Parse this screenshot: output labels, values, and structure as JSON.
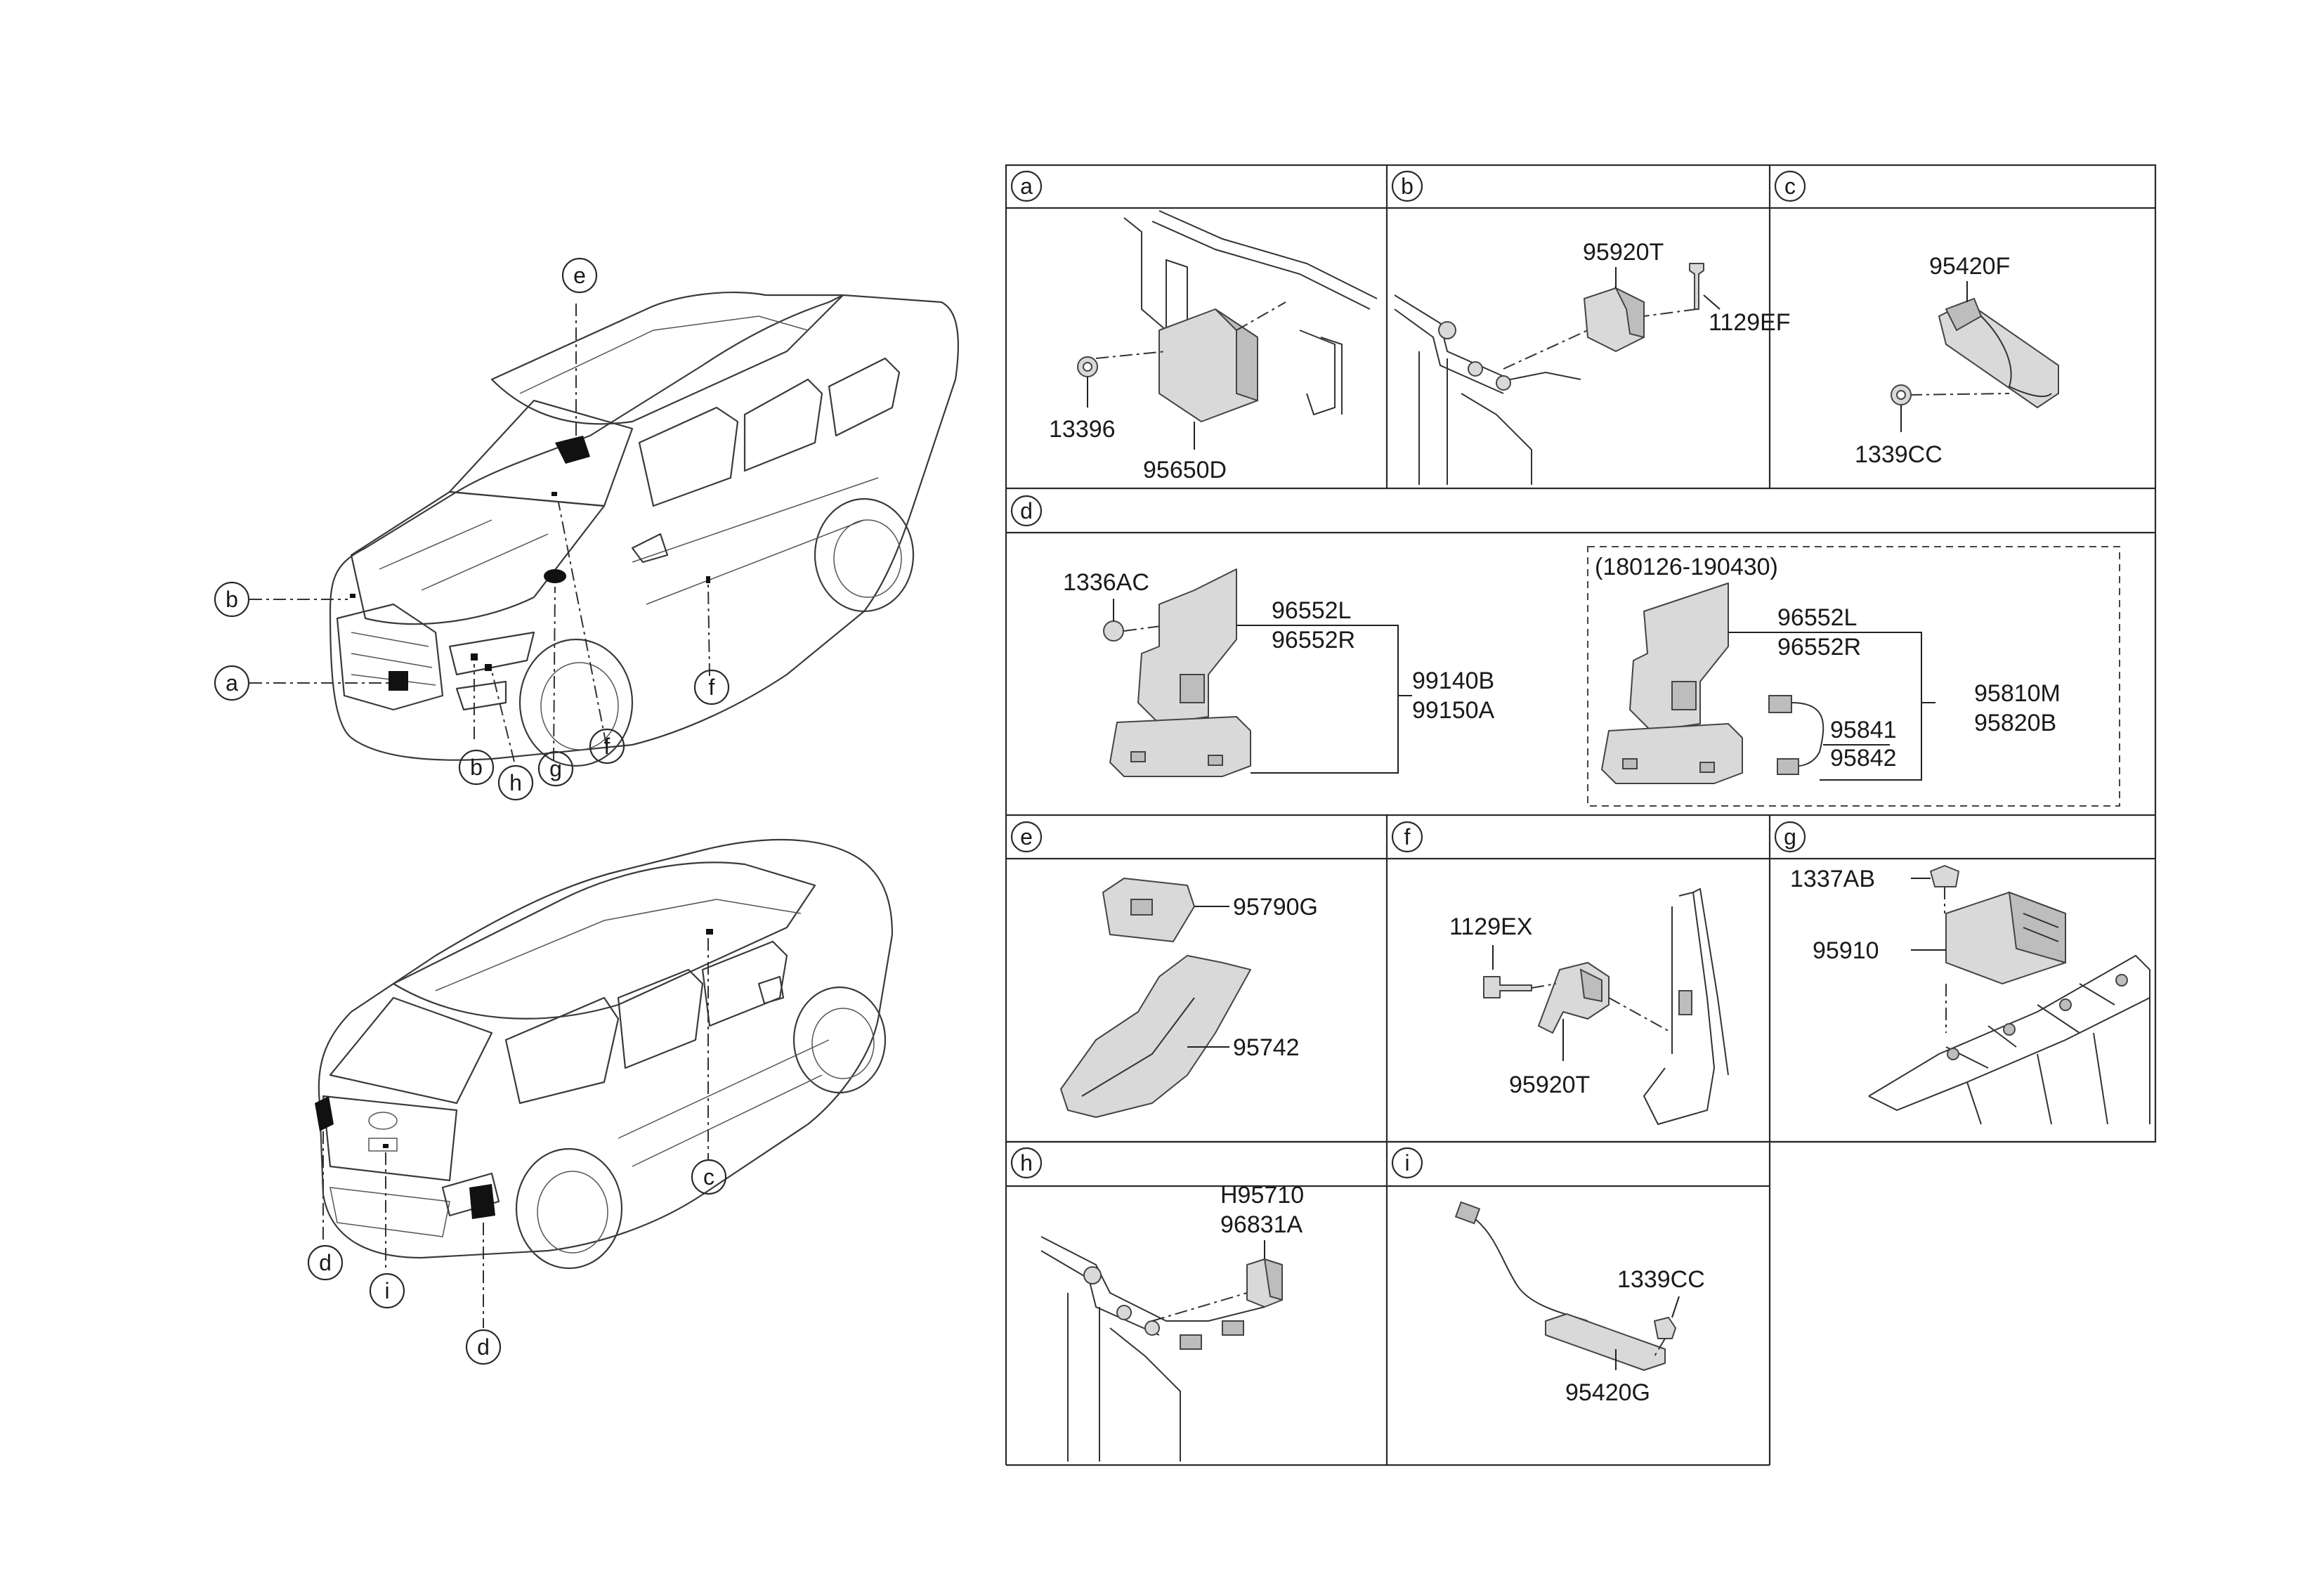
{
  "overview": {
    "front_view_callouts": [
      "e",
      "b",
      "a",
      "b",
      "h",
      "g",
      "f",
      "f"
    ],
    "rear_view_callouts": [
      "c",
      "d",
      "i",
      "d"
    ]
  },
  "panels": {
    "a": {
      "key": "a",
      "parts": [
        "13396",
        "95650D"
      ]
    },
    "b": {
      "key": "b",
      "parts": [
        "95920T",
        "1129EF"
      ]
    },
    "c": {
      "key": "c",
      "parts": [
        "95420F",
        "1339CC"
      ]
    },
    "d": {
      "key": "d",
      "parts_left": [
        "1336AC",
        "96552L",
        "96552R",
        "99140B",
        "99150A"
      ],
      "variant_label": "(180126-190430)",
      "parts_right": [
        "96552L",
        "96552R",
        "95841",
        "95842",
        "95810M",
        "95820B"
      ]
    },
    "e": {
      "key": "e",
      "parts": [
        "95790G",
        "95742"
      ]
    },
    "f": {
      "key": "f",
      "parts": [
        "1129EX",
        "95920T"
      ]
    },
    "g": {
      "key": "g",
      "parts": [
        "1337AB",
        "95910"
      ]
    },
    "h": {
      "key": "h",
      "parts": [
        "H95710",
        "96831A"
      ]
    },
    "i": {
      "key": "i",
      "parts": [
        "1339CC",
        "95420G"
      ]
    }
  }
}
